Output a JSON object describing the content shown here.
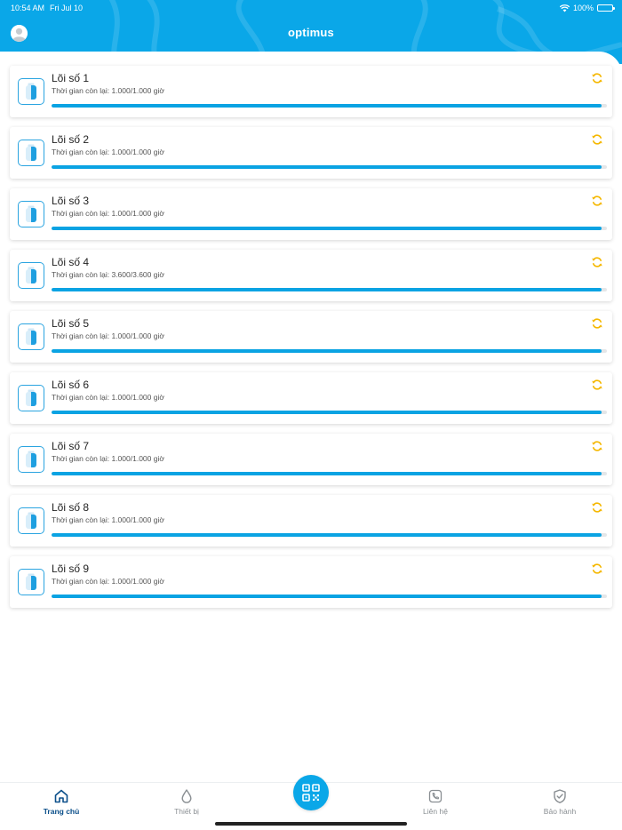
{
  "status_bar": {
    "time": "10:54 AM",
    "date": "Fri Jul 10",
    "battery": "100%"
  },
  "header": {
    "title": "optimus"
  },
  "cartridges": [
    {
      "name": "Lõi số 1",
      "remaining": "Thời gian còn lại: 1.000/1.000 giờ",
      "progress": 0.99
    },
    {
      "name": "Lõi số 2",
      "remaining": "Thời gian còn lại: 1.000/1.000 giờ",
      "progress": 0.99
    },
    {
      "name": "Lõi số 3",
      "remaining": "Thời gian còn lại: 1.000/1.000 giờ",
      "progress": 0.99
    },
    {
      "name": "Lõi số 4",
      "remaining": "Thời gian còn lại: 3.600/3.600 giờ",
      "progress": 0.99
    },
    {
      "name": "Lõi số 5",
      "remaining": "Thời gian còn lại: 1.000/1.000 giờ",
      "progress": 0.99
    },
    {
      "name": "Lõi số 6",
      "remaining": "Thời gian còn lại: 1.000/1.000 giờ",
      "progress": 0.99
    },
    {
      "name": "Lõi số 7",
      "remaining": "Thời gian còn lại: 1.000/1.000 giờ",
      "progress": 0.99
    },
    {
      "name": "Lõi số 8",
      "remaining": "Thời gian còn lại: 1.000/1.000 giờ",
      "progress": 0.99
    },
    {
      "name": "Lõi số 9",
      "remaining": "Thời gian còn lại: 1.000/1.000 giờ",
      "progress": 0.99
    }
  ],
  "tabs": {
    "home": {
      "label": "Trang chủ",
      "icon": "home-icon"
    },
    "devices": {
      "label": "Thiết bị",
      "icon": "water-drop-icon"
    },
    "scan": {
      "icon": "qr-code-icon"
    },
    "contact": {
      "label": "Liên hệ",
      "icon": "phone-icon"
    },
    "warranty": {
      "label": "Bảo hành",
      "icon": "shield-check-icon"
    }
  },
  "colors": {
    "primary": "#0aa7e8",
    "progress": "#0aa3e3",
    "refresh": "#f5b800",
    "active_tab": "#0b4f8a"
  }
}
